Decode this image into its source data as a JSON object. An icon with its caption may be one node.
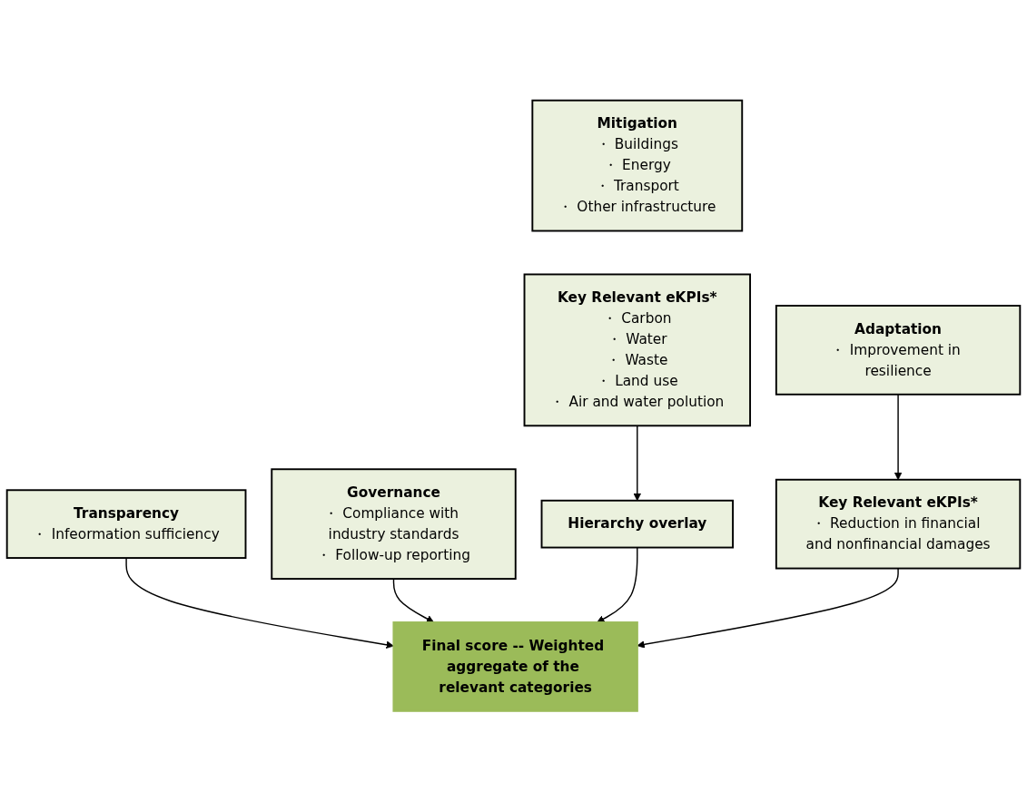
{
  "diagram": {
    "nodes": [
      {
        "text": [
          "Transparency",
          "・ Infeormation sufficiency"
        ]
      },
      {
        "text": [
          "Governance",
          "・ Compliance with industry standards",
          "・ Follow-up reporting"
        ]
      },
      {
        "text": [
          "Mitigation",
          "・ Buildings",
          "・ Energy",
          "・ Transport",
          "・ Other infrastructure"
        ]
      },
      {
        "text": [
          "Adaptation",
          "・ Improvement in resilience"
        ]
      },
      {
        "text": [
          "Key Relevant eKPIs*",
          "・ Carbon",
          "・ Water",
          "・ Waste",
          "・ Land use",
          "・ Air and water polution"
        ]
      },
      {
        "text": [
          "Key Relevant eKPIs*",
          "・ Reduction in financial and nonfinancial damages"
        ]
      },
      {
        "text": [
          "Hierarchy overlay"
        ]
      },
      {
        "text": [
          "Final score -- Weighted aggregate of the relevant categories"
        ]
      }
    ],
    "edges": [
      {
        "from": 0,
        "to": 7,
        "arrow": "to"
      },
      {
        "from": 1,
        "to": 7,
        "arrow": "to"
      },
      {
        "from": 3,
        "to": 5,
        "arrow": "to"
      },
      {
        "from": 4,
        "to": 6,
        "arrow": "to"
      },
      {
        "from": 6,
        "to": 7,
        "arrow": "to"
      },
      {
        "from": 5,
        "to": 7,
        "arrow": "to"
      }
    ]
  }
}
